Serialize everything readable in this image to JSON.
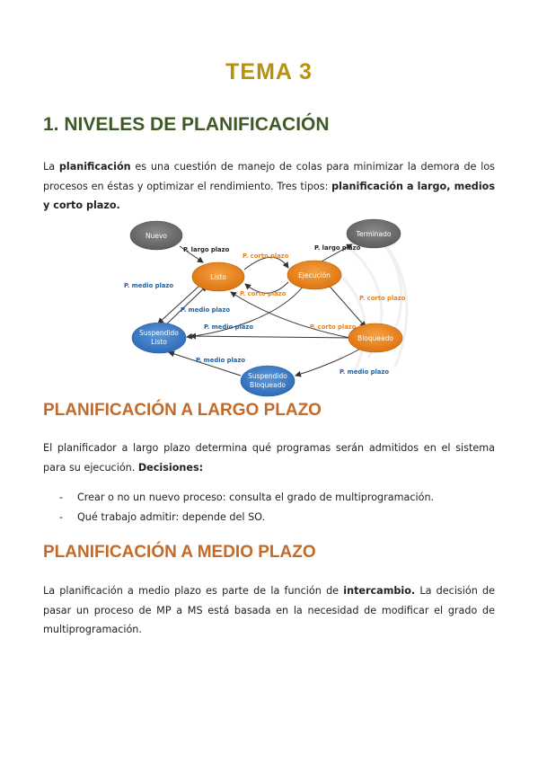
{
  "title": "TEMA 3",
  "section1": {
    "heading": "1. NIVELES DE PLANIFICACIÓN",
    "p_prefix": "La ",
    "p_bold1": "planificación",
    "p_mid": " es una cuestión de manejo de colas para minimizar la demora de los procesos en éstas y optimizar el rendimiento. Tres tipos: ",
    "p_bold2": "planificación a largo, medios y corto plazo."
  },
  "diagram": {
    "nodes": {
      "nuevo": "Nuevo",
      "terminado": "Terminado",
      "listo": "Listo",
      "ejecucion": "Ejecución",
      "bloqueado": "Bloqueado",
      "susp_listo_1": "Suspendido",
      "susp_listo_2": "Listo",
      "susp_bloq_1": "Suspendido",
      "susp_bloq_2": "Bloqueado"
    },
    "labels": {
      "largo1": "P. largo plazo",
      "largo2": "P. largo plazo",
      "corto1": "P. corto plazo",
      "corto2": "P. corto plazo",
      "corto3": "P. corto plazo",
      "corto4": "P. corto plazo",
      "medio1": "P. medio plazo",
      "medio2": "P. medio plazo",
      "medio3": "P. medio plazo",
      "medio4": "P. medio plazo",
      "medio5": "P. medio plazo"
    },
    "colors": {
      "gray": "#6f6f6f",
      "orange": "#e8821e",
      "blue": "#3c7bc4",
      "label_dark": "#222222",
      "label_orange": "#e8821e",
      "label_blue": "#1f5f9e"
    }
  },
  "section2": {
    "heading": "PLANIFICACIÓN A LARGO PLAZO",
    "p_text": "El planificador a largo plazo determina qué programas serán admitidos en el sistema para su ejecución. ",
    "p_bold": "Decisiones:",
    "items": [
      "Crear o no un nuevo proceso: consulta el grado de multiprogramación.",
      "Qué trabajo admitir: depende del SO."
    ]
  },
  "section3": {
    "heading": "PLANIFICACIÓN A MEDIO PLAZO",
    "p_text1": "La planificación a medio plazo es parte de la función de ",
    "p_bold": "intercambio.",
    "p_text2": " La decisión de pasar un proceso de MP a MS está basada en la necesidad de modificar el grado de multiprogramación."
  }
}
